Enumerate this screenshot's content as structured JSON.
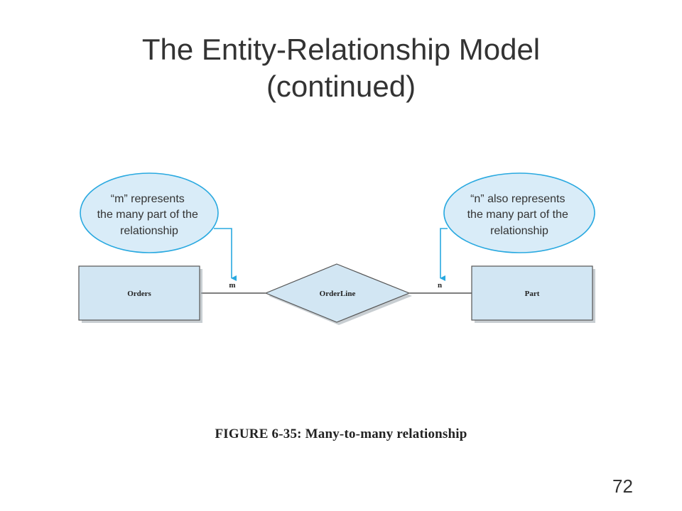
{
  "slide": {
    "title_line1": "The Entity-Relationship Model",
    "title_line2": "(continued)",
    "page_number": "72"
  },
  "diagram": {
    "callout_left": {
      "lines": [
        "“m” represents",
        "the many part of the",
        "relationship"
      ]
    },
    "callout_right": {
      "lines": [
        "“n” also represents",
        "the many part of the",
        "relationship"
      ]
    },
    "entity_left": "Orders",
    "entity_right": "Part",
    "relationship": "OrderLine",
    "cardinality_left": "m",
    "cardinality_right": "n",
    "colors": {
      "entity_fill": "#d2e6f3",
      "callout_fill": "#d9ecf8",
      "callout_stroke": "#29a9e0",
      "line": "#333333"
    }
  },
  "caption": "FIGURE 6-35: Many-to-many relationship"
}
